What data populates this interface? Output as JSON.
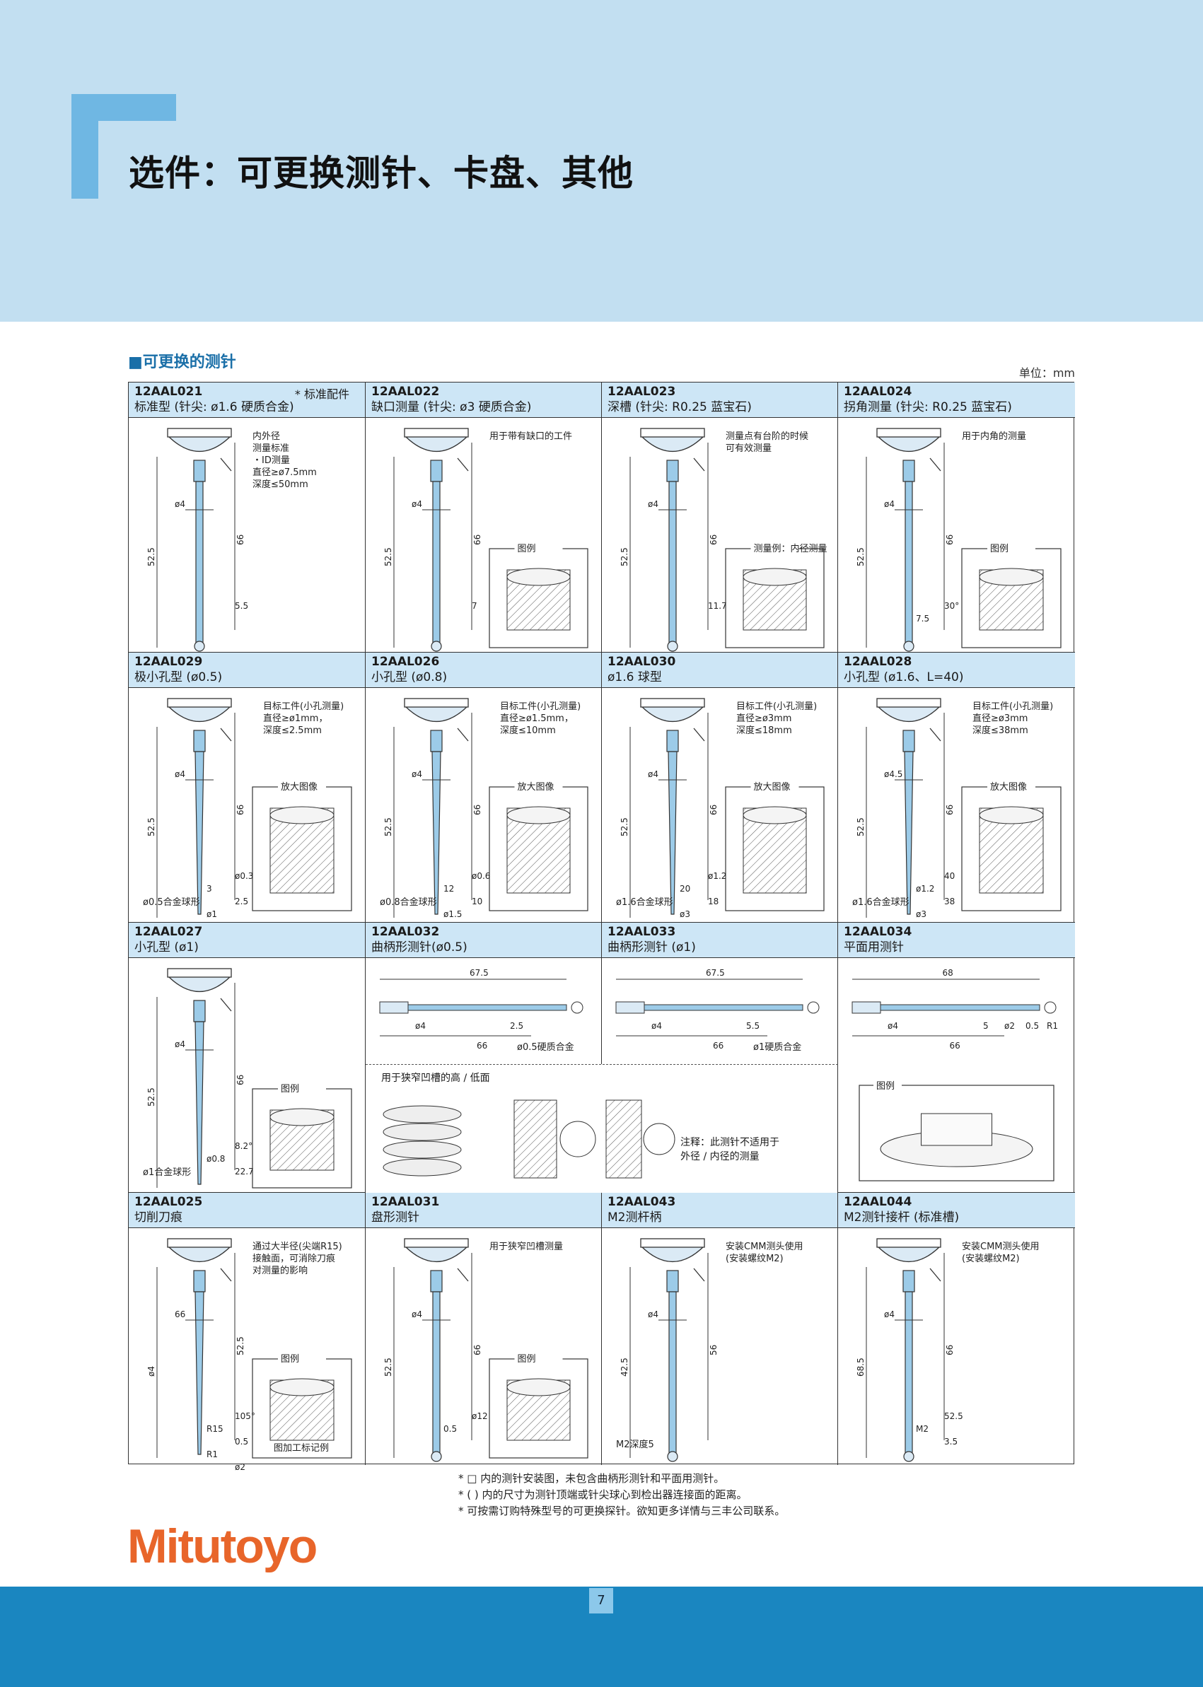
{
  "title": "选件：可更换测针、卡盘、其他",
  "section": "■可更换的测针",
  "unit": "单位：mm",
  "page_number": "7",
  "brand": "Mitutoyo",
  "colors": {
    "hero_bg": "#c2dff1",
    "accent": "#6fb7e3",
    "footer": "#1a86c0",
    "header_cell": "#cde6f6",
    "logo": "#e8652a"
  },
  "cells": [
    {
      "code": "12AAL021",
      "desc": "标准型 (针尖: ø1.6 硬质合金)",
      "std": "* 标准配件",
      "notes": [
        "内外径",
        "测量标准",
        "・ID测量",
        "直径≥ø7.5mm",
        "深度≤50mm"
      ],
      "dims": [
        "ø4",
        "66",
        "52.5",
        "5.5"
      ]
    },
    {
      "code": "12AAL022",
      "desc": "缺口测量 (针尖: ø3 硬质合金)",
      "notes": [
        "用于带有缺口的工件",
        "图例"
      ],
      "dims": [
        "ø4",
        "66",
        "52.5",
        "7"
      ]
    },
    {
      "code": "12AAL023",
      "desc": "深槽 (针尖: R0.25 蓝宝石)",
      "notes": [
        "测量点有台阶的时候",
        "可有效测量",
        "测量例：内径测量"
      ],
      "dims": [
        "ø4",
        "66",
        "52.5",
        "11.7"
      ]
    },
    {
      "code": "12AAL024",
      "desc": "拐角测量 (针尖: R0.25 蓝宝石)",
      "notes": [
        "用于内角的测量",
        "图例"
      ],
      "dims": [
        "ø4",
        "66",
        "52.5",
        "30°",
        "7.5"
      ]
    },
    {
      "code": "12AAL029",
      "desc": "极小孔型 (ø0.5)",
      "notes": [
        "目标工件(小孔测量)",
        "直径≥ø1mm，",
        "深度≤2.5mm",
        "放大图像",
        "ø0.5合金球形"
      ],
      "dims": [
        "ø4",
        "66",
        "52.5",
        "ø0.3",
        "3",
        "2.5",
        "ø1"
      ]
    },
    {
      "code": "12AAL026",
      "desc": "小孔型 (ø0.8)",
      "notes": [
        "目标工件(小孔测量)",
        "直径≥ø1.5mm，",
        "深度≤10mm",
        "放大图像",
        "ø0.8合金球形"
      ],
      "dims": [
        "ø4",
        "66",
        "52.5",
        "ø0.6",
        "12",
        "10",
        "ø1.5"
      ]
    },
    {
      "code": "12AAL030",
      "desc": "ø1.6 球型",
      "notes": [
        "目标工件(小孔测量)",
        "直径≥ø3mm",
        "深度≤18mm",
        "放大图像",
        "ø1.6合金球形"
      ],
      "dims": [
        "ø4",
        "66",
        "52.5",
        "ø1.2",
        "20",
        "18",
        "ø3"
      ]
    },
    {
      "code": "12AAL028",
      "desc": "小孔型 (ø1.6、L=40)",
      "notes": [
        "目标工件(小孔测量)",
        "直径≥ø3mm",
        "深度≤38mm",
        "放大图像",
        "ø1.6合金球形"
      ],
      "dims": [
        "ø4.5",
        "66",
        "52.5",
        "40",
        "ø1.2",
        "38",
        "ø3"
      ]
    },
    {
      "code": "12AAL027",
      "desc": "小孔型 (ø1)",
      "notes": [
        "图例",
        "ø1合金球形"
      ],
      "dims": [
        "ø4",
        "66",
        "52.5",
        "8.2°",
        "ø0.8",
        "22.7"
      ]
    },
    {
      "code": "12AAL032",
      "desc": "曲柄形测针(ø0.5)",
      "notes": [
        "ø0.5硬质合金"
      ],
      "dims": [
        "67.5",
        "ø4",
        "2.5",
        "66"
      ]
    },
    {
      "code": "12AAL033",
      "desc": "曲柄形测针 (ø1)",
      "notes": [
        "ø1硬质合金"
      ],
      "dims": [
        "67.5",
        "ø4",
        "5.5",
        "66"
      ]
    },
    {
      "code": "12AAL034",
      "desc": "平面用测针",
      "notes": [
        "图例"
      ],
      "dims": [
        "68",
        "ø4",
        "5",
        "ø2",
        "0.5",
        "R1",
        "66"
      ]
    },
    {
      "code": "12AAL025",
      "desc": "切削刀痕",
      "notes": [
        "通过大半径(尖端R15)",
        "接触面，可消除刀痕",
        "对测量的影响",
        "图例",
        "图加工标记例"
      ],
      "dims": [
        "66",
        "52.5",
        "ø4",
        "105°",
        "R15",
        "0.5",
        "R1",
        "ø2"
      ]
    },
    {
      "code": "12AAL031",
      "desc": "盘形测针",
      "notes": [
        "图例",
        "用于狭窄凹槽测量"
      ],
      "dims": [
        "ø4",
        "66",
        "52.5",
        "ø12",
        "0.5"
      ]
    },
    {
      "code": "12AAL043",
      "desc": "M2测杆柄",
      "notes": [
        "安装CMM测头使用",
        "(安装螺纹M2)",
        "M2深度5"
      ],
      "dims": [
        "ø4",
        "56",
        "42.5"
      ]
    },
    {
      "code": "12AAL044",
      "desc": "M2测针接杆 (标准槽)",
      "notes": [
        "安装CMM测头使用",
        "(安装螺纹M2)"
      ],
      "dims": [
        "ø4",
        "66",
        "68.5",
        "52.5",
        "M2",
        "3.5"
      ]
    }
  ],
  "shared_row3": {
    "label": "用于狭窄凹槽的高 / 低面",
    "caution": [
      "注释：此测针不适用于",
      "外径 / 内径的测量"
    ]
  },
  "footnotes": [
    "* □ 内的测针安装图，未包含曲柄形测针和平面用测针。",
    "* (  ) 内的尺寸为测针顶端或针尖球心到检出器连接面的距离。",
    "* 可按需订购特殊型号的可更换探针。欲知更多详情与三丰公司联系。"
  ]
}
